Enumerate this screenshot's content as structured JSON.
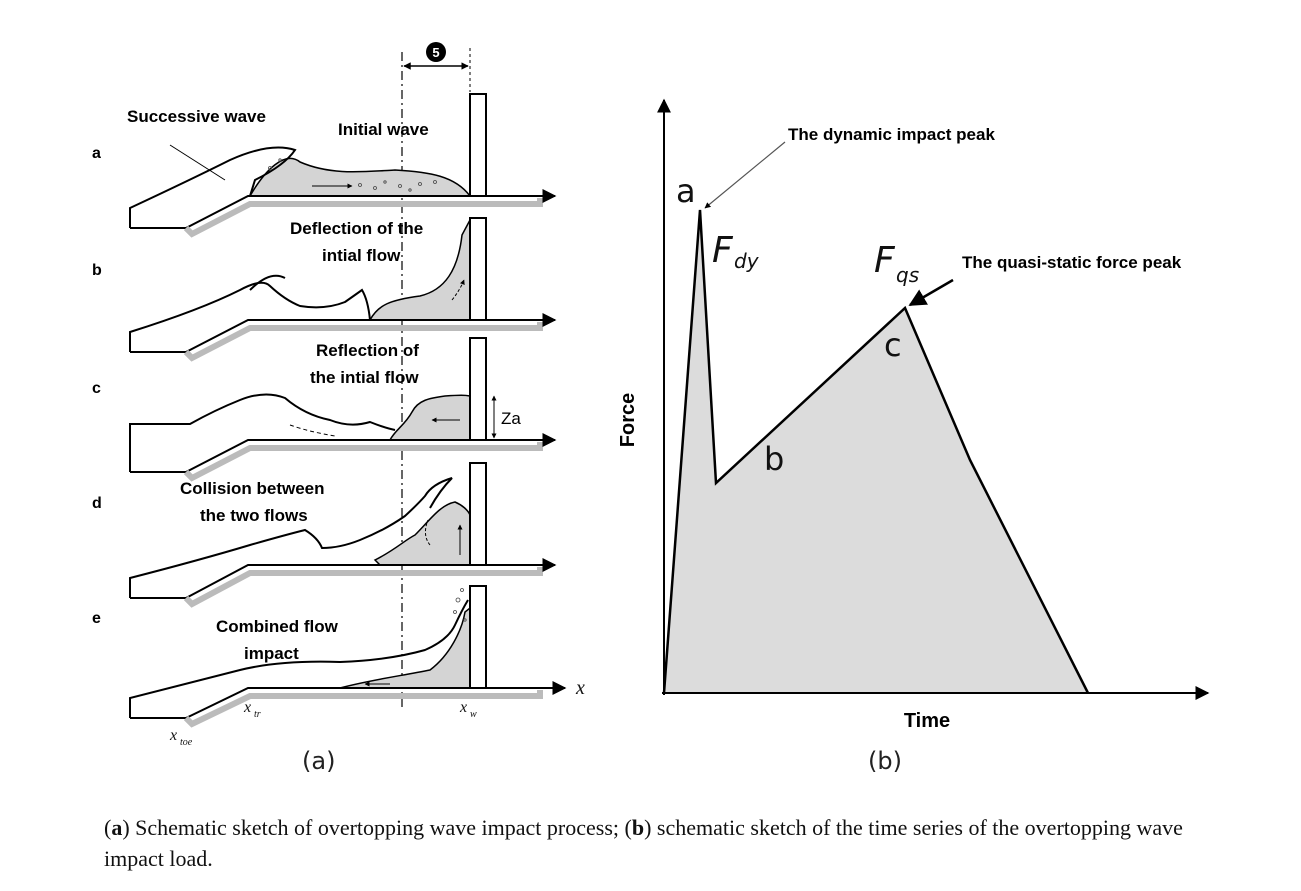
{
  "panel_a": {
    "marker": "5",
    "rows": [
      {
        "letter": "a",
        "labels": [
          "Successive wave",
          "Initial wave"
        ]
      },
      {
        "letter": "b",
        "labels": [
          "Deflection of the",
          "intial flow"
        ]
      },
      {
        "letter": "c",
        "labels": [
          "Reflection of",
          "the intial flow"
        ],
        "extra": "Za"
      },
      {
        "letter": "d",
        "labels": [
          "Collision between",
          "the two flows"
        ]
      },
      {
        "letter": "e",
        "labels": [
          "Combined flow",
          "impact"
        ]
      }
    ],
    "axis_label": "x",
    "x_toe": "x",
    "x_toe_sub": "toe",
    "x_tr": "x",
    "x_tr_sub": "tr",
    "x_w": "x",
    "x_w_sub": "w",
    "sub_label": "(a)"
  },
  "panel_b": {
    "y_label": "Force",
    "x_label": "Time",
    "point_a": "a",
    "point_b": "b",
    "point_c": "c",
    "f_dy_main": "F",
    "f_dy_sub": "dy",
    "f_qs_main": "F",
    "f_qs_sub": "qs",
    "annotation_dynamic": "The dynamic impact peak",
    "annotation_quasi": "The quasi-static force peak",
    "sub_label": "(b)"
  },
  "caption": {
    "open_a": "(",
    "bold_a": "a",
    "text_a": ") Schematic sketch of overtopping wave impact process; (",
    "bold_b": "b",
    "text_b": ") schematic sketch of the time series of the overtopping wave impact load."
  }
}
